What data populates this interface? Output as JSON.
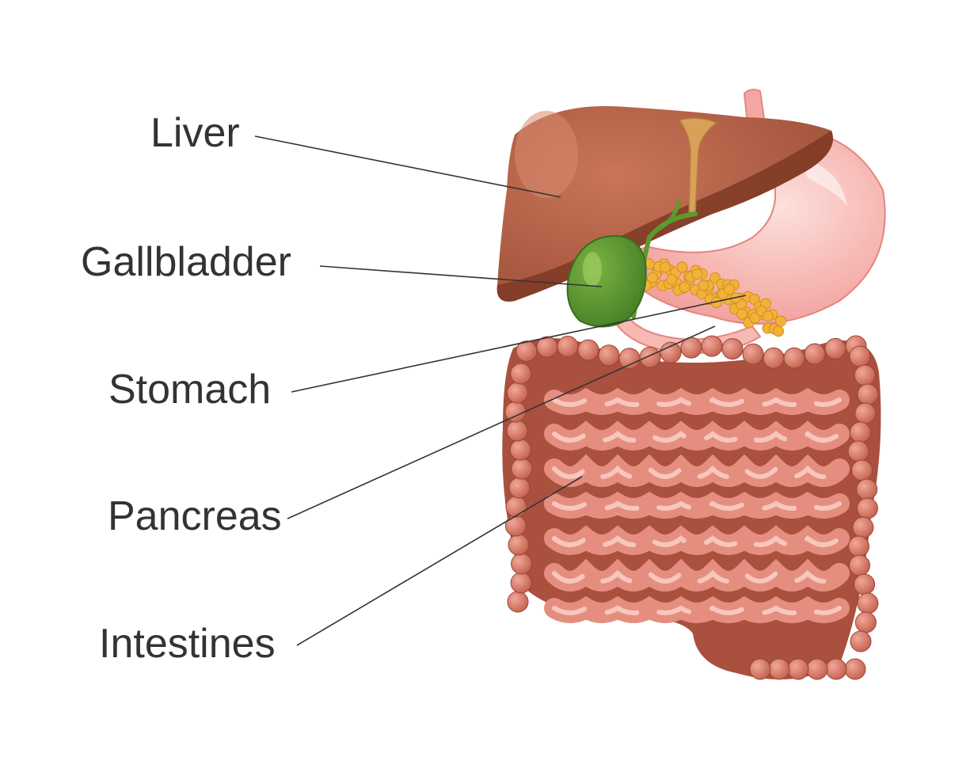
{
  "labels": {
    "liver": "Liver",
    "gallbladder": "Gallbladder",
    "stomach": "Stomach",
    "pancreas": "Pancreas",
    "intestines": "Intestines"
  },
  "colors": {
    "liver": "#b35f45",
    "liver_shadow": "#7e3a24",
    "gallbladder": "#4f8a2b",
    "stomach": "#f5b5b0",
    "pancreas": "#f2b23a",
    "colon": "#c9705f",
    "small_intestine": "#e58e7f",
    "leader_line": "#333333",
    "text": "#333333"
  }
}
